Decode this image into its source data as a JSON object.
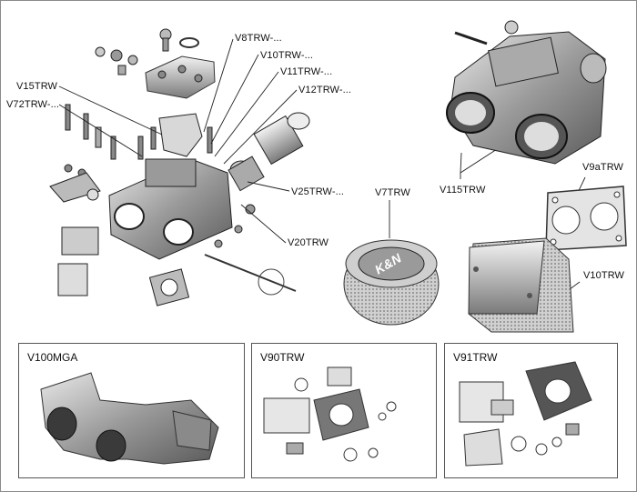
{
  "labels": {
    "v8": "V8TRW-...",
    "v10a": "V10TRW-...",
    "v11": "V11TRW-...",
    "v12": "V12TRW-...",
    "v15": "V15TRW",
    "v72": "V72TRW-...",
    "v25": "V25TRW-...",
    "v20": "V20TRW",
    "v115": "V115TRW",
    "v7": "V7TRW",
    "v9a": "V9aTRW",
    "v10b": "V10TRW"
  },
  "boxes": {
    "mga": "V100MGA",
    "v90": "V90TRW",
    "v91": "V91TRW"
  },
  "filter_logo": "K&N"
}
